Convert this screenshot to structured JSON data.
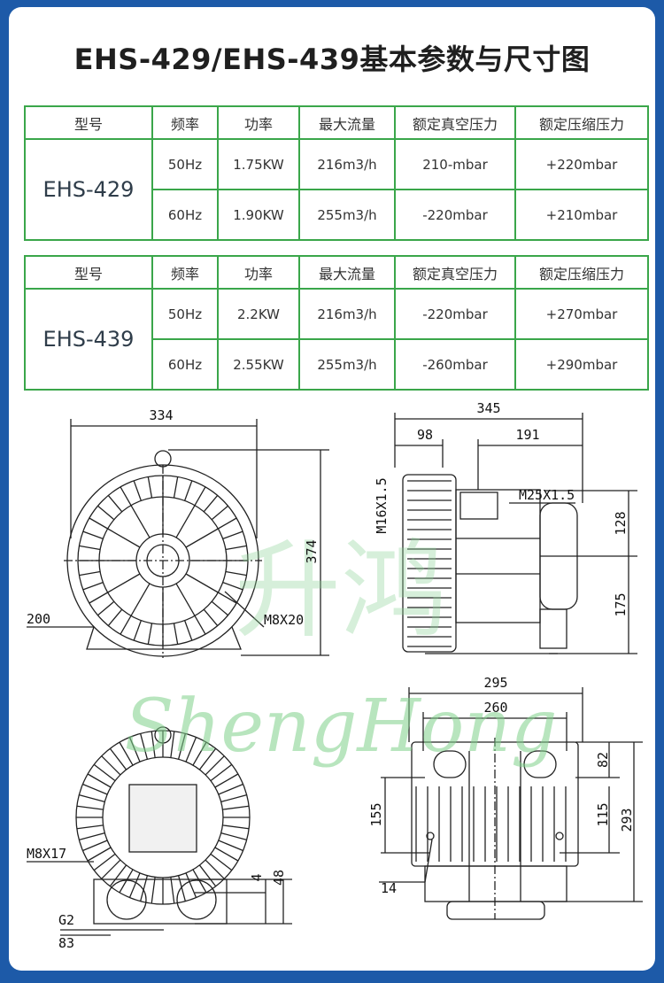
{
  "title": "EHS-429/EHS-439基本参数与尺寸图",
  "headers": [
    "型号",
    "频率",
    "功率",
    "最大流量",
    "额定真空压力",
    "额定压缩压力"
  ],
  "tables": [
    {
      "model": "EHS-429",
      "rows": [
        {
          "freq": "50Hz",
          "power": "1.75KW",
          "flow": "216m3/h",
          "vac": "210-mbar",
          "comp": "+220mbar"
        },
        {
          "freq": "60Hz",
          "power": "1.90KW",
          "flow": "255m3/h",
          "vac": "-220mbar",
          "comp": "+210mbar"
        }
      ]
    },
    {
      "model": "EHS-439",
      "rows": [
        {
          "freq": "50Hz",
          "power": "2.2KW",
          "flow": "216m3/h",
          "vac": "-220mbar",
          "comp": "+270mbar"
        },
        {
          "freq": "60Hz",
          "power": "2.55KW",
          "flow": "255m3/h",
          "vac": "-260mbar",
          "comp": "+290mbar"
        }
      ]
    }
  ],
  "dimensions": {
    "front_width": "334",
    "front_height": "374",
    "front_left": "200",
    "front_bolt": "M8X20",
    "side_total": "345",
    "side_left": "98",
    "side_right": "191",
    "side_m16": "M16X1.5",
    "side_m25": "M25X1.5",
    "side_upper": "128",
    "side_lower": "175",
    "bottom_295": "295",
    "bottom_260": "260",
    "bottom_82": "82",
    "bottom_155": "155",
    "bottom_115": "115",
    "bottom_293": "293",
    "bottom_14": "14",
    "rear_bolt": "M8X17",
    "rear_4": "4",
    "rear_48": "48",
    "rear_g2": "G2",
    "rear_83": "83"
  },
  "watermark": {
    "text": "ShengHong",
    "chars": "升鸿"
  },
  "colors": {
    "frame": "#1d5aa8",
    "table_border": "#3aa64a",
    "watermark": "#7fd08a"
  }
}
